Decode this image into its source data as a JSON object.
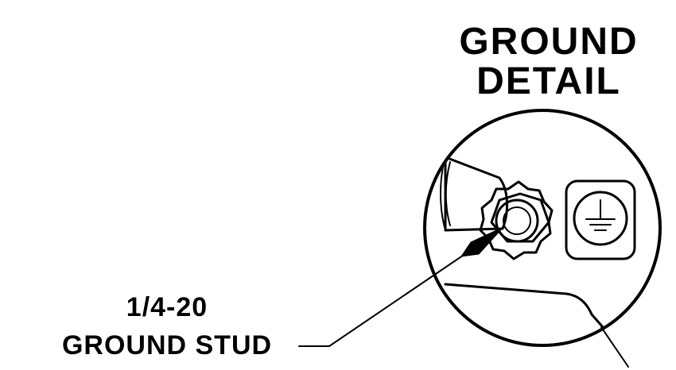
{
  "detail": {
    "title_line1": "GROUND",
    "title_line2": "DETAIL"
  },
  "callout": {
    "line1": "1/4-20",
    "line2": "GROUND STUD"
  },
  "icons": {
    "ground_symbol": "ground-symbol-icon"
  },
  "colors": {
    "ink": "#000000",
    "background": "#ffffff"
  }
}
